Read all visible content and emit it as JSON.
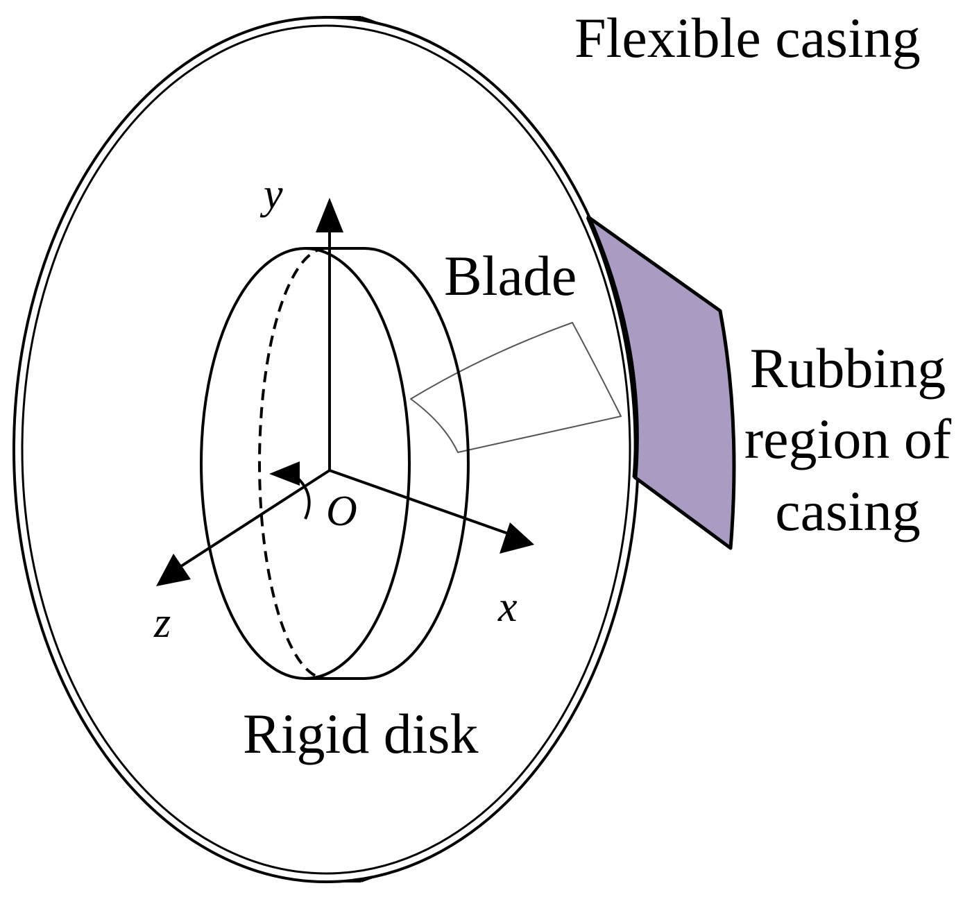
{
  "labels": {
    "flexible_casing": "Flexible casing",
    "blade": "Blade",
    "rubbing_region": [
      "Rubbing",
      "region of",
      "casing"
    ],
    "rigid_disk": "Rigid disk"
  },
  "axes": {
    "y": "y",
    "x": "x",
    "z": "z",
    "origin": "O"
  },
  "colors": {
    "stroke": "#000000",
    "rubbing_region_fill": "#a99bc2",
    "background": "#ffffff"
  }
}
